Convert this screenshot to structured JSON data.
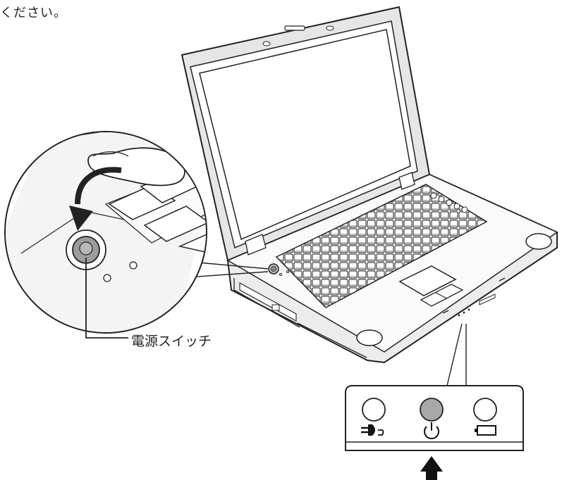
{
  "instruction_fragment": "ください。",
  "power_switch_label": "電源スイッチ",
  "indicators": [
    {
      "name": "dc-in",
      "icon": "plug-icon",
      "lit": false
    },
    {
      "name": "power",
      "icon": "power-icon",
      "lit": true
    },
    {
      "name": "battery",
      "icon": "battery-icon",
      "lit": false
    }
  ],
  "colors": {
    "lit_indicator": "#a8a8a8",
    "line": "#222222",
    "bezel": "#e6e6e6"
  }
}
